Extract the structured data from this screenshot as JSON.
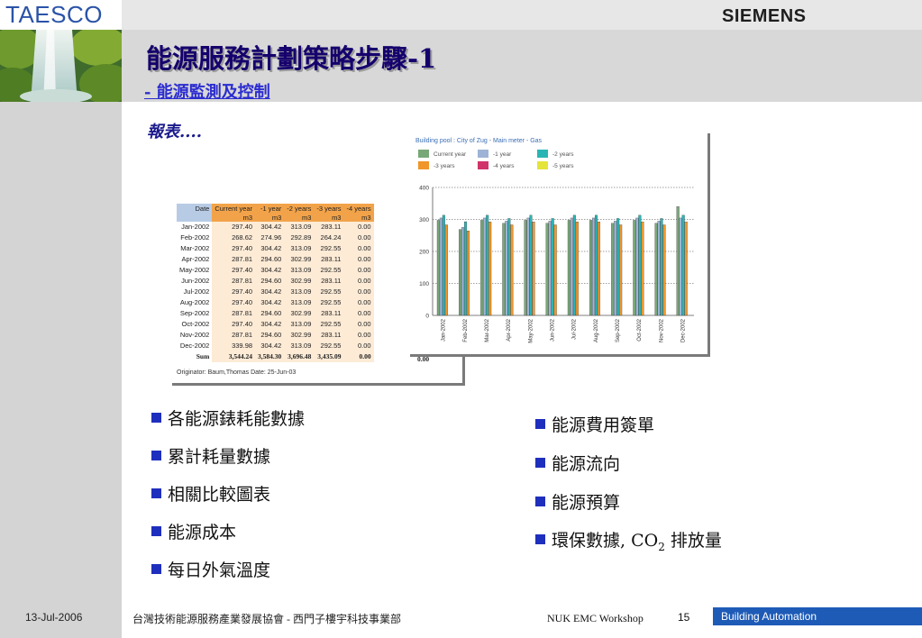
{
  "header": {
    "logo": "TAESCO",
    "brand": "SIEMENS",
    "title": "能源服務計劃策略步驟-1",
    "subtitle": "- 能源監測及控制",
    "report_label": "報表...."
  },
  "table": {
    "headers": [
      {
        "top": "Date",
        "bottom": ""
      },
      {
        "top": "Current year",
        "bottom": "m3"
      },
      {
        "top": "-1 year",
        "bottom": "m3"
      },
      {
        "top": "-2 years",
        "bottom": "m3"
      },
      {
        "top": "-3 years",
        "bottom": "m3"
      },
      {
        "top": "-4 years",
        "bottom": "m3"
      }
    ],
    "rows": [
      [
        "Jan-2002",
        "297.40",
        "304.42",
        "313.09",
        "283.11",
        "0.00"
      ],
      [
        "Feb-2002",
        "268.62",
        "274.96",
        "292.89",
        "264.24",
        "0.00"
      ],
      [
        "Mar-2002",
        "297.40",
        "304.42",
        "313.09",
        "292.55",
        "0.00"
      ],
      [
        "Apr-2002",
        "287.81",
        "294.60",
        "302.99",
        "283.11",
        "0.00"
      ],
      [
        "May-2002",
        "297.40",
        "304.42",
        "313.09",
        "292.55",
        "0.00"
      ],
      [
        "Jun-2002",
        "287.81",
        "294.60",
        "302.99",
        "283.11",
        "0.00"
      ],
      [
        "Jul-2002",
        "297.40",
        "304.42",
        "313.09",
        "292.55",
        "0.00"
      ],
      [
        "Aug-2002",
        "297.40",
        "304.42",
        "313.09",
        "292.55",
        "0.00"
      ],
      [
        "Sep-2002",
        "287.81",
        "294.60",
        "302.99",
        "283.11",
        "0.00"
      ],
      [
        "Oct-2002",
        "297.40",
        "304.42",
        "313.09",
        "292.55",
        "0.00"
      ],
      [
        "Nov-2002",
        "287.81",
        "294.60",
        "302.99",
        "283.11",
        "0.00"
      ],
      [
        "Dec-2002",
        "339.98",
        "304.42",
        "313.09",
        "292.55",
        "0.00"
      ]
    ],
    "sum_row": [
      "Sum",
      "3,544.24",
      "3,584.30",
      "3,696.48",
      "3,435.09",
      "0.00"
    ],
    "sum_extra": "0.00",
    "originator": "Originator: Baum,Thomas  Date: 25-Jun-03"
  },
  "chart_data": {
    "type": "bar",
    "title": "Building pool : City of Zug - Main meter - Gas",
    "categories": [
      "Jan-2002",
      "Feb-2002",
      "Mar-2002",
      "Apr-2002",
      "May-2002",
      "Jun-2002",
      "Jul-2002",
      "Aug-2002",
      "Sep-2002",
      "Oct-2002",
      "Nov-2002",
      "Dec-2002"
    ],
    "series": [
      {
        "name": "Current year",
        "color": "#78a878",
        "values": [
          297.4,
          268.62,
          297.4,
          287.81,
          297.4,
          287.81,
          297.4,
          297.4,
          287.81,
          297.4,
          287.81,
          339.98
        ]
      },
      {
        "name": "-1 year",
        "color": "#9fb3d6",
        "values": [
          304.42,
          274.96,
          304.42,
          294.6,
          304.42,
          294.6,
          304.42,
          304.42,
          294.6,
          304.42,
          294.6,
          304.42
        ]
      },
      {
        "name": "-2 years",
        "color": "#2ab5b5",
        "values": [
          313.09,
          292.89,
          313.09,
          302.99,
          313.09,
          302.99,
          313.09,
          313.09,
          302.99,
          313.09,
          302.99,
          313.09
        ]
      },
      {
        "name": "-3 years",
        "color": "#f0962a",
        "values": [
          283.11,
          264.24,
          292.55,
          283.11,
          292.55,
          283.11,
          292.55,
          292.55,
          283.11,
          292.55,
          283.11,
          292.55
        ]
      },
      {
        "name": "-4 years",
        "color": "#d0336a",
        "values": [
          0,
          0,
          0,
          0,
          0,
          0,
          0,
          0,
          0,
          0,
          0,
          0
        ]
      },
      {
        "name": "-5 years",
        "color": "#e4e43a",
        "values": [
          0,
          0,
          0,
          0,
          0,
          0,
          0,
          0,
          0,
          0,
          0,
          0
        ]
      }
    ],
    "yticks": [
      "0",
      "100",
      "200",
      "300",
      "400"
    ],
    "ylim": [
      0,
      400
    ],
    "grid": "dotted horizontal",
    "legend": "top-left"
  },
  "bullets_left": [
    "各能源錶耗能數據",
    "累計耗量數據",
    "相關比較圖表",
    "能源成本",
    "每日外氣溫度"
  ],
  "bullets_right": [
    "能源費用簽單",
    "能源流向",
    "能源預算"
  ],
  "bullet_co2": {
    "prefix": "環保數據, CO",
    "sub": "2",
    "suffix": " 排放量"
  },
  "footer": {
    "date": "13-Jul-2006",
    "org": "台灣技術能源服務產業發展協會 - 西門子樓宇科技事業部",
    "workshop": "NUK EMC Workshop",
    "page": "15",
    "division": "Building Automation"
  },
  "colors": {
    "title": "#15006d",
    "subtitle": "#2b2cd0",
    "bullet": "#1f2fbd",
    "division_bar": "#1e5bb7"
  }
}
